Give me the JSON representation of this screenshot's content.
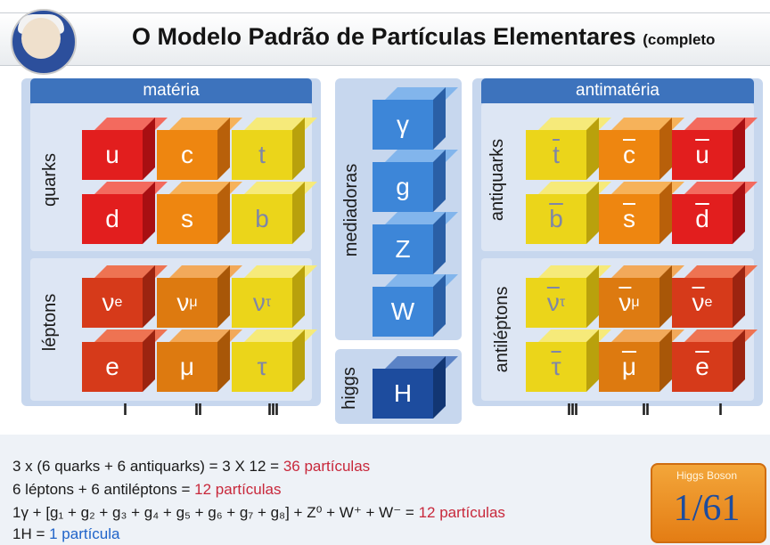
{
  "title": {
    "main": "O Modelo Padrão de Partículas Elementares",
    "suffix": "(completo"
  },
  "panels": {
    "matter": {
      "header": "matéria",
      "quarks_label": "quarks",
      "leptons_label": "léptons"
    },
    "mediators": {
      "label": "mediadoras",
      "higgs_label": "higgs"
    },
    "antimatter": {
      "header": "antimatéria",
      "antiquarks_label": "antiquarks",
      "antileptons_label": "antiléptons"
    }
  },
  "particles": {
    "quarks": [
      "u",
      "c",
      "t",
      "d",
      "s",
      "b"
    ],
    "leptons_top": [
      {
        "base": "ν",
        "sub": "e"
      },
      {
        "base": "ν",
        "sub": "μ"
      },
      {
        "base": "ν",
        "sub": "τ"
      }
    ],
    "leptons_bottom": [
      "e",
      "μ",
      "τ"
    ],
    "mediators": [
      "γ",
      "g",
      "Z",
      "W"
    ],
    "higgs": "H",
    "antiquarks": [
      "t",
      "c",
      "u",
      "b",
      "s",
      "d"
    ],
    "antileptons_top": [
      {
        "base": "ν",
        "sub": "τ"
      },
      {
        "base": "ν",
        "sub": "μ"
      },
      {
        "base": "ν",
        "sub": "e"
      }
    ],
    "antileptons_bottom": [
      "τ",
      "μ",
      "e"
    ]
  },
  "generations": {
    "matter": [
      "I",
      "II",
      "III"
    ],
    "antimatter": [
      "III",
      "II",
      "I"
    ]
  },
  "formulas": {
    "line1": {
      "text": "3 x (6 quarks + 6 antiquarks) = 3 X 12 = ",
      "result": "36 partículas"
    },
    "line2": {
      "text": "6 léptons  + 6 antiléptons = ",
      "result": "12 partículas"
    },
    "line3": {
      "text": "1γ + [g₁ + g₂ + g₃ + g₄ + g₅ + g₆ + g₇ + g₈] + Z⁰ + W⁺ + W⁻ = ",
      "result": "12 partículas"
    },
    "line4": {
      "text": "1H = ",
      "result": "1 partícula"
    }
  },
  "badge": {
    "label": "Higgs Boson",
    "number": "1/61"
  },
  "colors": {
    "header_blue": "#3d73bd",
    "panel_blue": "#c7d7ee",
    "red_highlight": "#c8283b",
    "blue_highlight": "#1f63c9",
    "badge_orange": "#e47d14"
  }
}
